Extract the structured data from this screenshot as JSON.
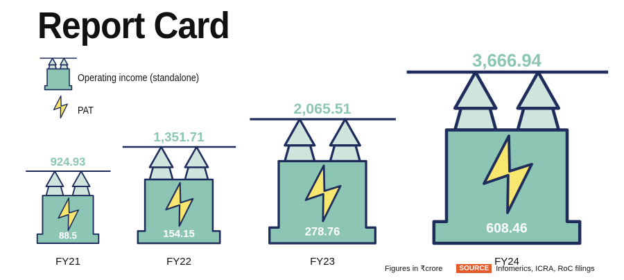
{
  "chart_data": {
    "type": "pictorial-bar",
    "title": "Report Card",
    "categories": [
      "FY21",
      "FY22",
      "FY23",
      "FY24"
    ],
    "series": [
      {
        "name": "Operating income (standalone)",
        "values": [
          924.93,
          1351.71,
          2065.51,
          3666.94
        ],
        "labels": [
          "924.93",
          "1,351.71",
          "2,065.51",
          "3,666.94"
        ]
      },
      {
        "name": "PAT",
        "values": [
          88.5,
          154.15,
          278.76,
          608.46
        ],
        "labels": [
          "88.5",
          "154.15",
          "278.76",
          "608.46"
        ]
      }
    ],
    "legend": {
      "position": "top-left",
      "items": [
        "Operating income (standalone)",
        "PAT"
      ]
    },
    "unit_note": "Figures in ₹crore",
    "source_label": "SOURCE",
    "source_text": "Infomerics, ICRA, RoC filings"
  },
  "colors": {
    "body": "#8cc5b4",
    "bushing": "#cfe4dd",
    "outline": "#1f2d5c",
    "bolt": "#f8e66e",
    "value_text": "#8cc5b4",
    "source_badge": "#e45a2a"
  }
}
